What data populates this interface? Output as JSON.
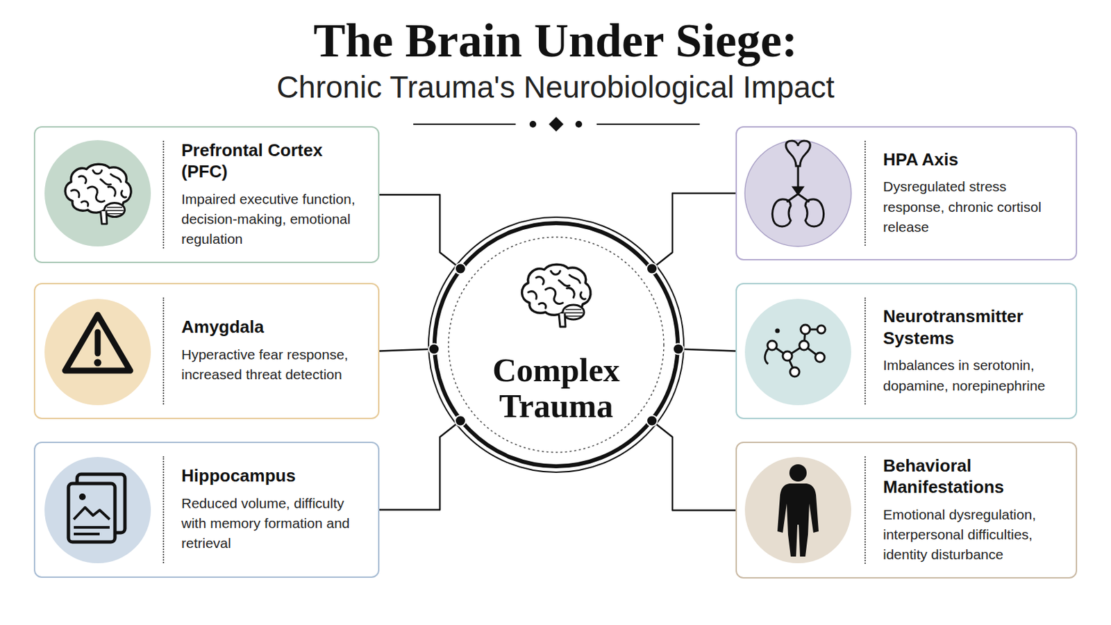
{
  "diagram": {
    "title": "The Brain Under Siege:",
    "nodes": [
      {
        "text": [
          "Prefrontal Cortex (PFC)",
          "Impaired executive function, decision-making, emotional regulation"
        ]
      },
      {
        "text": [
          "HPA Axis",
          "Dysregulated stress response, chronic cortisol release"
        ]
      },
      {
        "text": [
          "Amygdala",
          "Hyperactive fear response, increased threat detection"
        ]
      },
      {
        "text": [
          "Neurotransmitter Systems",
          "Imbalances in serotonin, dopamine, norepinephrine"
        ]
      },
      {
        "text": [
          "Hippocampus",
          "Reduced volume, difficulty with memory formation and retrieval"
        ]
      },
      {
        "text": [
          "Behavioral Manifestations",
          "Emotional dysregulation, interpersonal difficulties, identity disturbance"
        ]
      },
      {
        "text": [
          "Complex Trauma"
        ]
      }
    ],
    "edges": [
      {
        "from": 6,
        "to": 0,
        "arrow": "none"
      },
      {
        "from": 6,
        "to": 1,
        "arrow": "none"
      },
      {
        "from": 6,
        "to": 2,
        "arrow": "none"
      },
      {
        "from": 6,
        "to": 3,
        "arrow": "none"
      },
      {
        "from": 6,
        "to": 4,
        "arrow": "none"
      },
      {
        "from": 6,
        "to": 5,
        "arrow": "none"
      }
    ],
    "labels": [
      "Chronic Trauma's Neurobiological Impact"
    ]
  }
}
